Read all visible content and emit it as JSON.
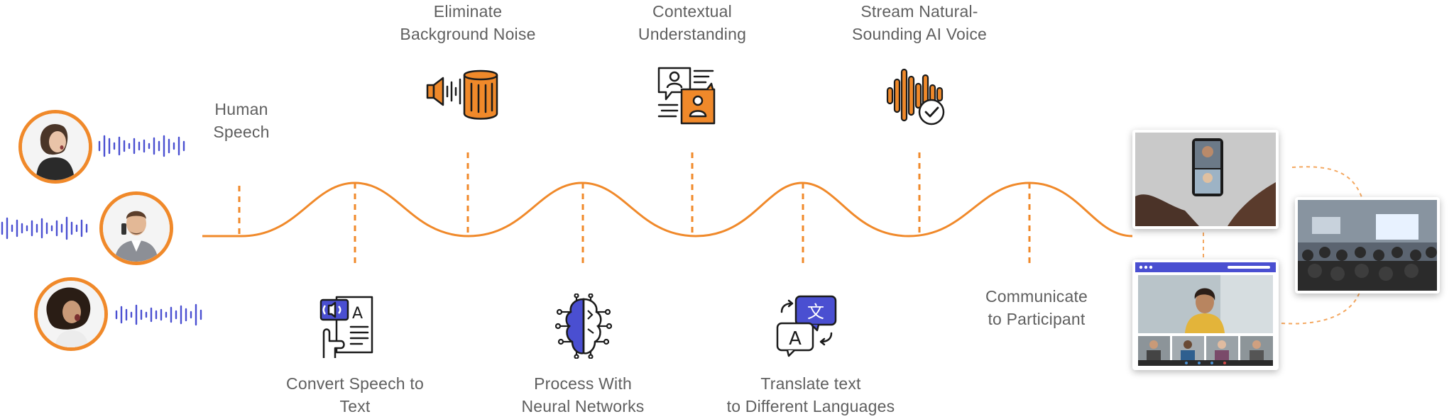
{
  "colors": {
    "accent": "#f0892a",
    "voice_wave": "#4a4fd1",
    "ui_bar": "#4a4fd1",
    "text": "#5f5f5f"
  },
  "steps": {
    "human_speech": [
      "Human",
      "Speech"
    ],
    "convert": [
      "Convert Speech to",
      "Text"
    ],
    "noise": [
      "Eliminate",
      "Background Noise"
    ],
    "neural": [
      "Process With",
      "Neural Networks"
    ],
    "contextual": [
      "Contextual",
      "Understanding"
    ],
    "translate": [
      "Translate text",
      "to Different Languages"
    ],
    "stream": [
      "Stream Natural-",
      "Sounding AI Voice"
    ],
    "communicate": [
      "Communicate",
      "to Participant"
    ]
  },
  "icons": {
    "convert": "speech-to-text-icon",
    "noise": "noise-cancel-speaker-icon",
    "neural": "neural-brain-icon",
    "contextual": "chat-users-icon",
    "translate": "translate-icon",
    "stream": "ai-voice-wave-icon"
  },
  "translate_glyphs": {
    "source": "A",
    "target": "文"
  },
  "speakers": [
    "woman-speaking",
    "man-on-phone",
    "woman-shouting"
  ],
  "outputs": [
    "phone-video-call",
    "conference-audience",
    "video-meeting-window"
  ]
}
